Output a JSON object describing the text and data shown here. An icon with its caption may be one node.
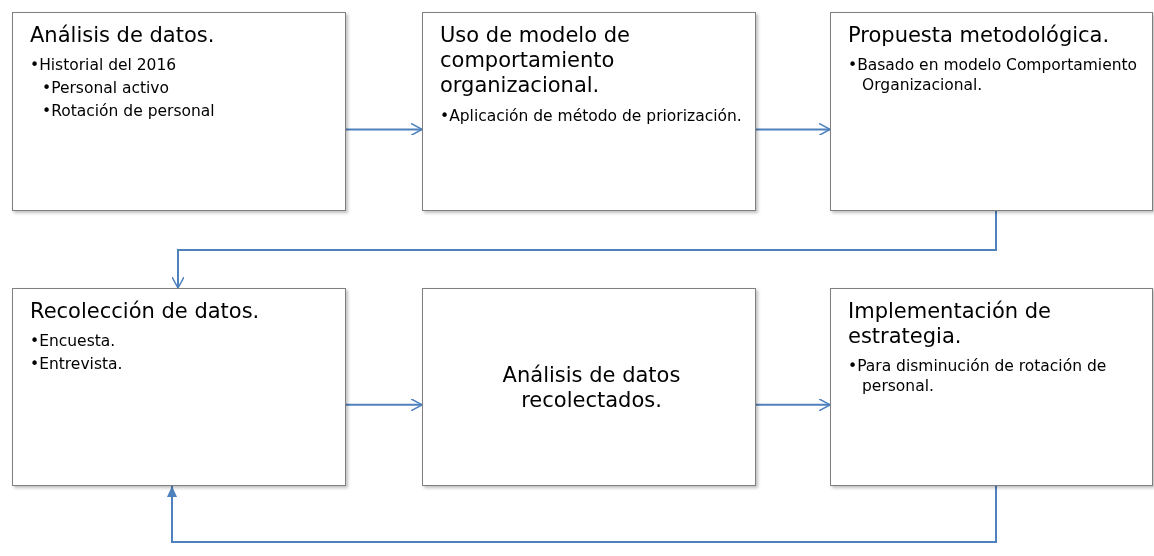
{
  "diagram": {
    "nodes": [
      {
        "text": [
          "Análisis de datos.",
          "•Historial del 2016",
          "•Personal activo",
          "•Rotación de personal"
        ]
      },
      {
        "text": [
          "Uso de modelo de comportamiento organizacional.",
          "•Aplicación de método de priorización."
        ]
      },
      {
        "text": [
          "Propuesta metodológica.",
          "•Basado en modelo Comportamiento Organizacional."
        ]
      },
      {
        "text": [
          "Recolección de datos.",
          "•Encuesta.",
          "•Entrevista."
        ]
      },
      {
        "text": [
          "Análisis de datos recolectados."
        ]
      },
      {
        "text": [
          "Implementación de estrategia.",
          "•Para disminución de rotación de personal."
        ]
      }
    ],
    "edges": [
      {
        "from": 0,
        "to": 1,
        "arrow": "to"
      },
      {
        "from": 1,
        "to": 2,
        "arrow": "to"
      },
      {
        "from": 2,
        "to": 3,
        "arrow": "to"
      },
      {
        "from": 3,
        "to": 4,
        "arrow": "to"
      },
      {
        "from": 4,
        "to": 5,
        "arrow": "to"
      },
      {
        "from": 5,
        "to": 3,
        "arrow": "to"
      }
    ]
  }
}
